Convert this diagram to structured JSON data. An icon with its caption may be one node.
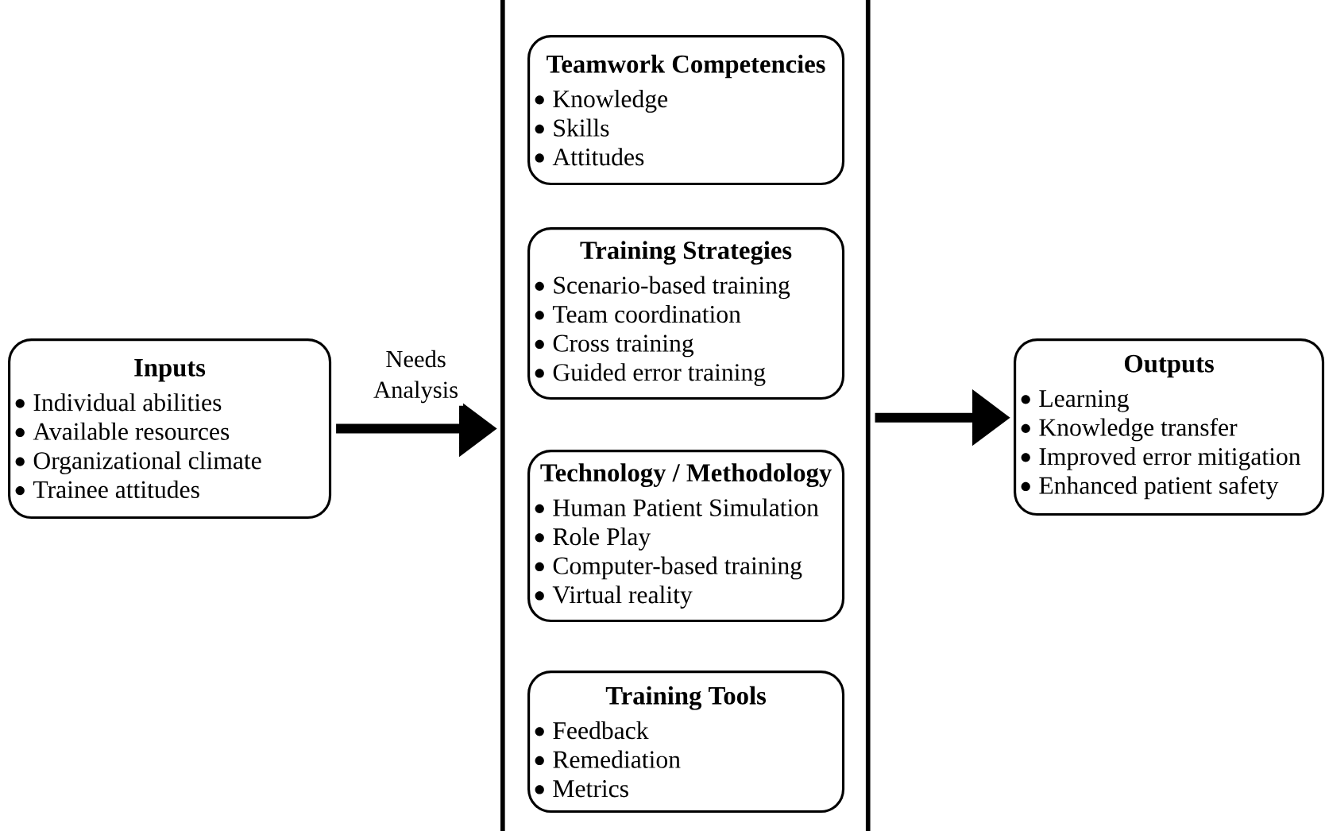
{
  "diagram": {
    "nodes": [
      {
        "text": [
          "Inputs",
          "Individual abilities",
          "Available resources",
          "Organizational climate",
          "Trainee attitudes"
        ]
      },
      {
        "text": [],
        "shape": "box"
      },
      {
        "text": [
          "Teamwork Competencies",
          "Knowledge",
          "Skills",
          "Attitudes"
        ],
        "in": 1
      },
      {
        "text": [
          "Training Strategies",
          "Scenario-based training",
          "Team coordination",
          "Cross training",
          "Guided error training"
        ],
        "in": 1
      },
      {
        "text": [
          "Technology / Methodology",
          "Human Patient Simulation",
          "Role Play",
          "Computer-based training",
          "Virtual reality"
        ],
        "in": 1
      },
      {
        "text": [
          "Training Tools",
          "Feedback",
          "Remediation",
          "Metrics"
        ],
        "in": 1
      },
      {
        "text": [
          "Outputs",
          "Learning",
          "Knowledge transfer",
          "Improved error mitigation",
          "Enhanced patient safety"
        ]
      }
    ],
    "edges": [
      {
        "from": 0,
        "to": 1,
        "arrow": "to",
        "label": "Needs Analysis"
      },
      {
        "from": 1,
        "to": 6,
        "arrow": "to"
      }
    ]
  }
}
